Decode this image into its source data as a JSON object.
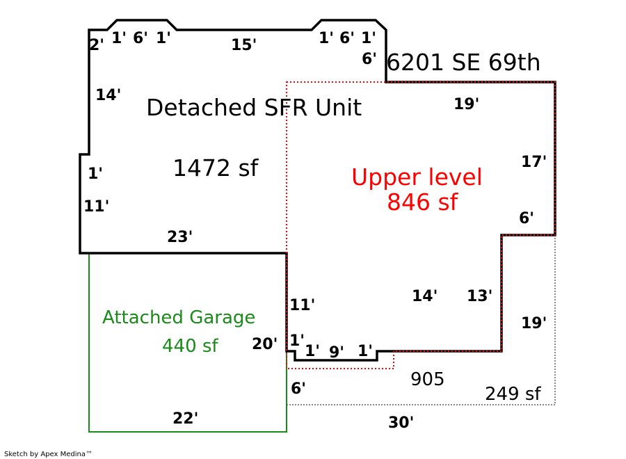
{
  "address": "6201 SE 69th",
  "main_unit": {
    "name": "Detached SFR Unit",
    "area": "1472 sf"
  },
  "upper_level": {
    "name": "Upper level",
    "area": "846 sf"
  },
  "garage": {
    "name": "Attached Garage",
    "area": "440 sf"
  },
  "patio": {
    "name": "905",
    "area": "249 sf"
  },
  "dimensions": {
    "top_left_2": "2'",
    "top_left_1a": "1'",
    "top_left_6": "6'",
    "top_left_1b": "1'",
    "top_15": "15'",
    "top_right_1a": "1'",
    "top_right_6": "6'",
    "top_right_1b": "1'",
    "right_notch_6": "6'",
    "left_14": "14'",
    "left_1": "1'",
    "left_11": "11'",
    "bottom_23": "23'",
    "upper_19": "19'",
    "upper_17": "17'",
    "upper_6": "6'",
    "inner_11": "11'",
    "inner_14": "14'",
    "inner_13": "13'",
    "right_19": "19'",
    "garage_20": "20'",
    "step_1a": "1'",
    "step_1b": "1'",
    "step_9": "9'",
    "step_1c": "1'",
    "patio_6": "6'",
    "garage_22": "22'",
    "patio_30": "30'"
  },
  "colors": {
    "main": "#000000",
    "upper": "#ff0000",
    "garage": "#1a8a1a",
    "patio": "#888888"
  },
  "footer": "Sketch by Apex Medina™"
}
